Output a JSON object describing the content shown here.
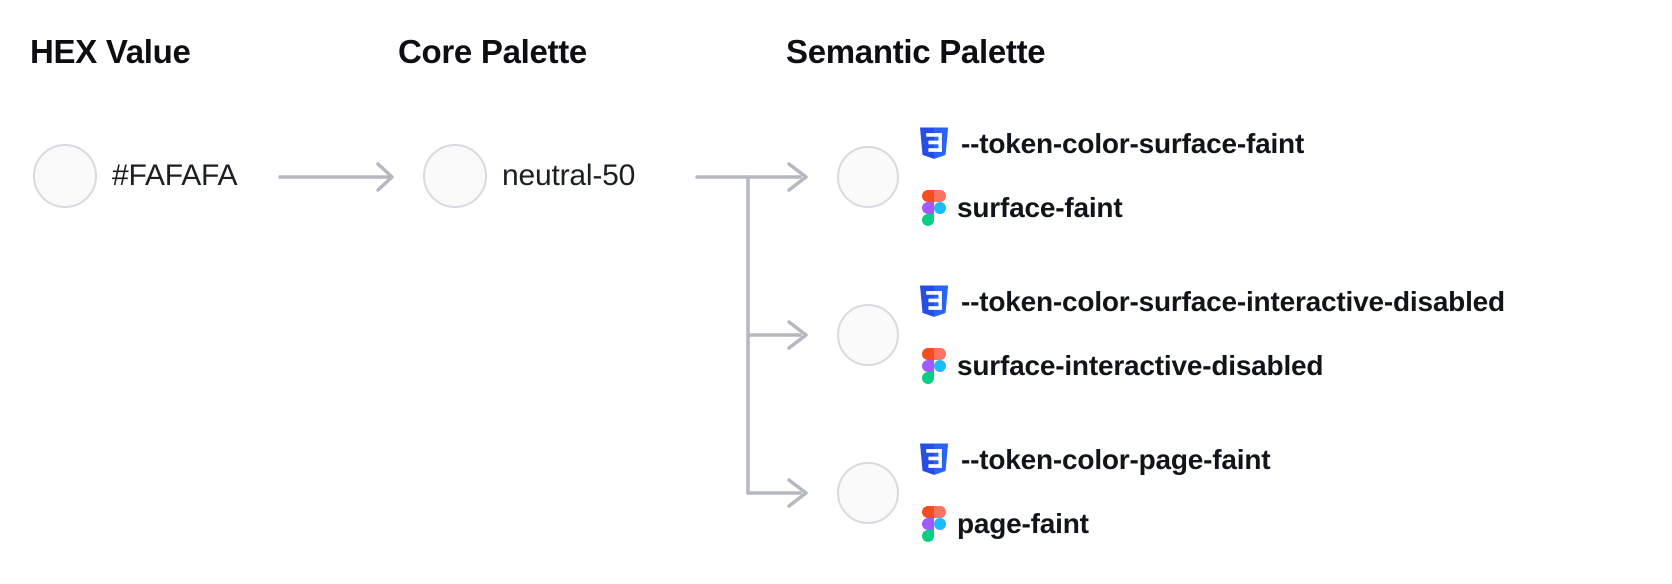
{
  "columns": [
    {
      "title": "HEX Value"
    },
    {
      "title": "Core Palette"
    },
    {
      "title": "Semantic Palette"
    }
  ],
  "hex": {
    "value": "#FAFAFA",
    "swatch": "#FAFAFA"
  },
  "core": {
    "name": "neutral-50",
    "swatch": "#FAFAFA"
  },
  "semantic": {
    "rows": [
      {
        "css_token": "--token-color-surface-faint",
        "figma_name": "surface-faint",
        "swatch": "#FAFAFA"
      },
      {
        "css_token": "--token-color-surface-interactive-disabled",
        "figma_name": "surface-interactive-disabled",
        "swatch": "#FAFAFA"
      },
      {
        "css_token": "--token-color-page-faint",
        "figma_name": "page-faint",
        "swatch": "#FAFAFA"
      }
    ]
  },
  "colors": {
    "swatch_fill": "#FAFAFA",
    "swatch_border": "#D9DAE1",
    "arrow": "#B5B8C0",
    "css_icon_dark": "#264DE4",
    "css_icon_light": "#2965F1",
    "figma_orange": "#F24E1E",
    "figma_salmon": "#FF7262",
    "figma_purple": "#A259FF",
    "figma_cyan": "#1ABCFE",
    "figma_green": "#0ACF83",
    "text": "#11141A"
  }
}
